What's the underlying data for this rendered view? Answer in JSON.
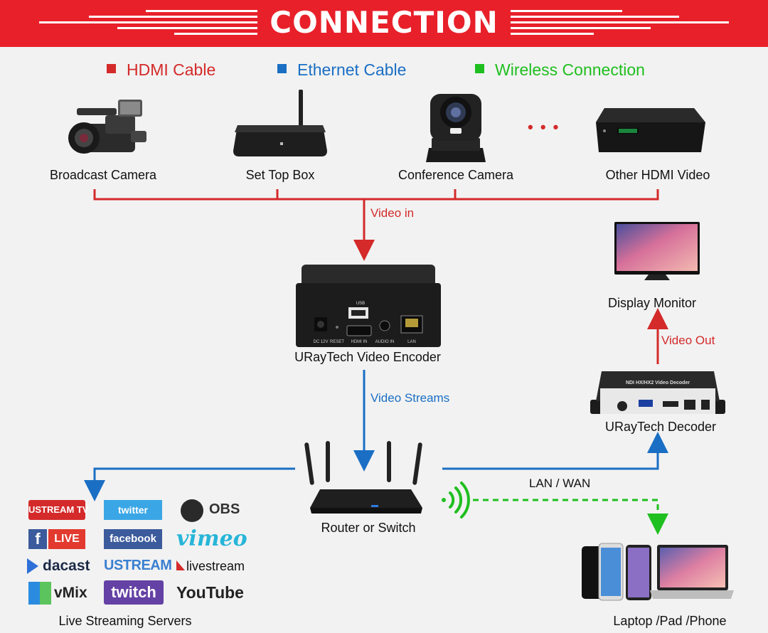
{
  "header": {
    "title": "CONNECTION"
  },
  "legend": [
    {
      "label": "HDMI Cable",
      "color": "#d42a2a"
    },
    {
      "label": "Ethernet Cable",
      "color": "#1a6fc4"
    },
    {
      "label": "Wireless Connection",
      "color": "#1fbf1f"
    }
  ],
  "sources": [
    {
      "label": "Broadcast Camera",
      "icon": "camcorder-icon"
    },
    {
      "label": "Set Top Box",
      "icon": "set-top-box-icon"
    },
    {
      "label": "Conference Camera",
      "icon": "ptz-camera-icon"
    },
    {
      "label": "Other HDMI Video",
      "icon": "media-player-icon"
    }
  ],
  "more_indicator": "• • •",
  "edges": {
    "video_in": "Video in",
    "video_streams": "Video Streams",
    "video_out": "Video Out",
    "lan_wan": "LAN / WAN"
  },
  "encoder": {
    "label": "URayTech Video Encoder",
    "ports": [
      "DC 12V",
      "RESET",
      "HDMI IN",
      "AUDIO IN",
      "LAN"
    ],
    "usb_label": "USB"
  },
  "router": {
    "label": "Router or Switch"
  },
  "decoder": {
    "label": "URayTech Decoder",
    "faceplate": "NDI HX/HX2 Video Decoder"
  },
  "monitor": {
    "label": "Display Monitor"
  },
  "clients": {
    "label": "Laptop /Pad /Phone"
  },
  "streaming": {
    "label": "Live Streaming Servers",
    "logos": [
      "USTREAM TV",
      "twitter",
      "OBS",
      "LIVE",
      "facebook",
      "vimeo",
      "dacast",
      "USTREAM",
      "livestream",
      "vMix",
      "twitch",
      "YouTube"
    ]
  },
  "colors": {
    "banner": "#e8202a",
    "hdmi": "#d42a2a",
    "ethernet": "#1a6fc4",
    "wireless": "#1fbf1f"
  }
}
